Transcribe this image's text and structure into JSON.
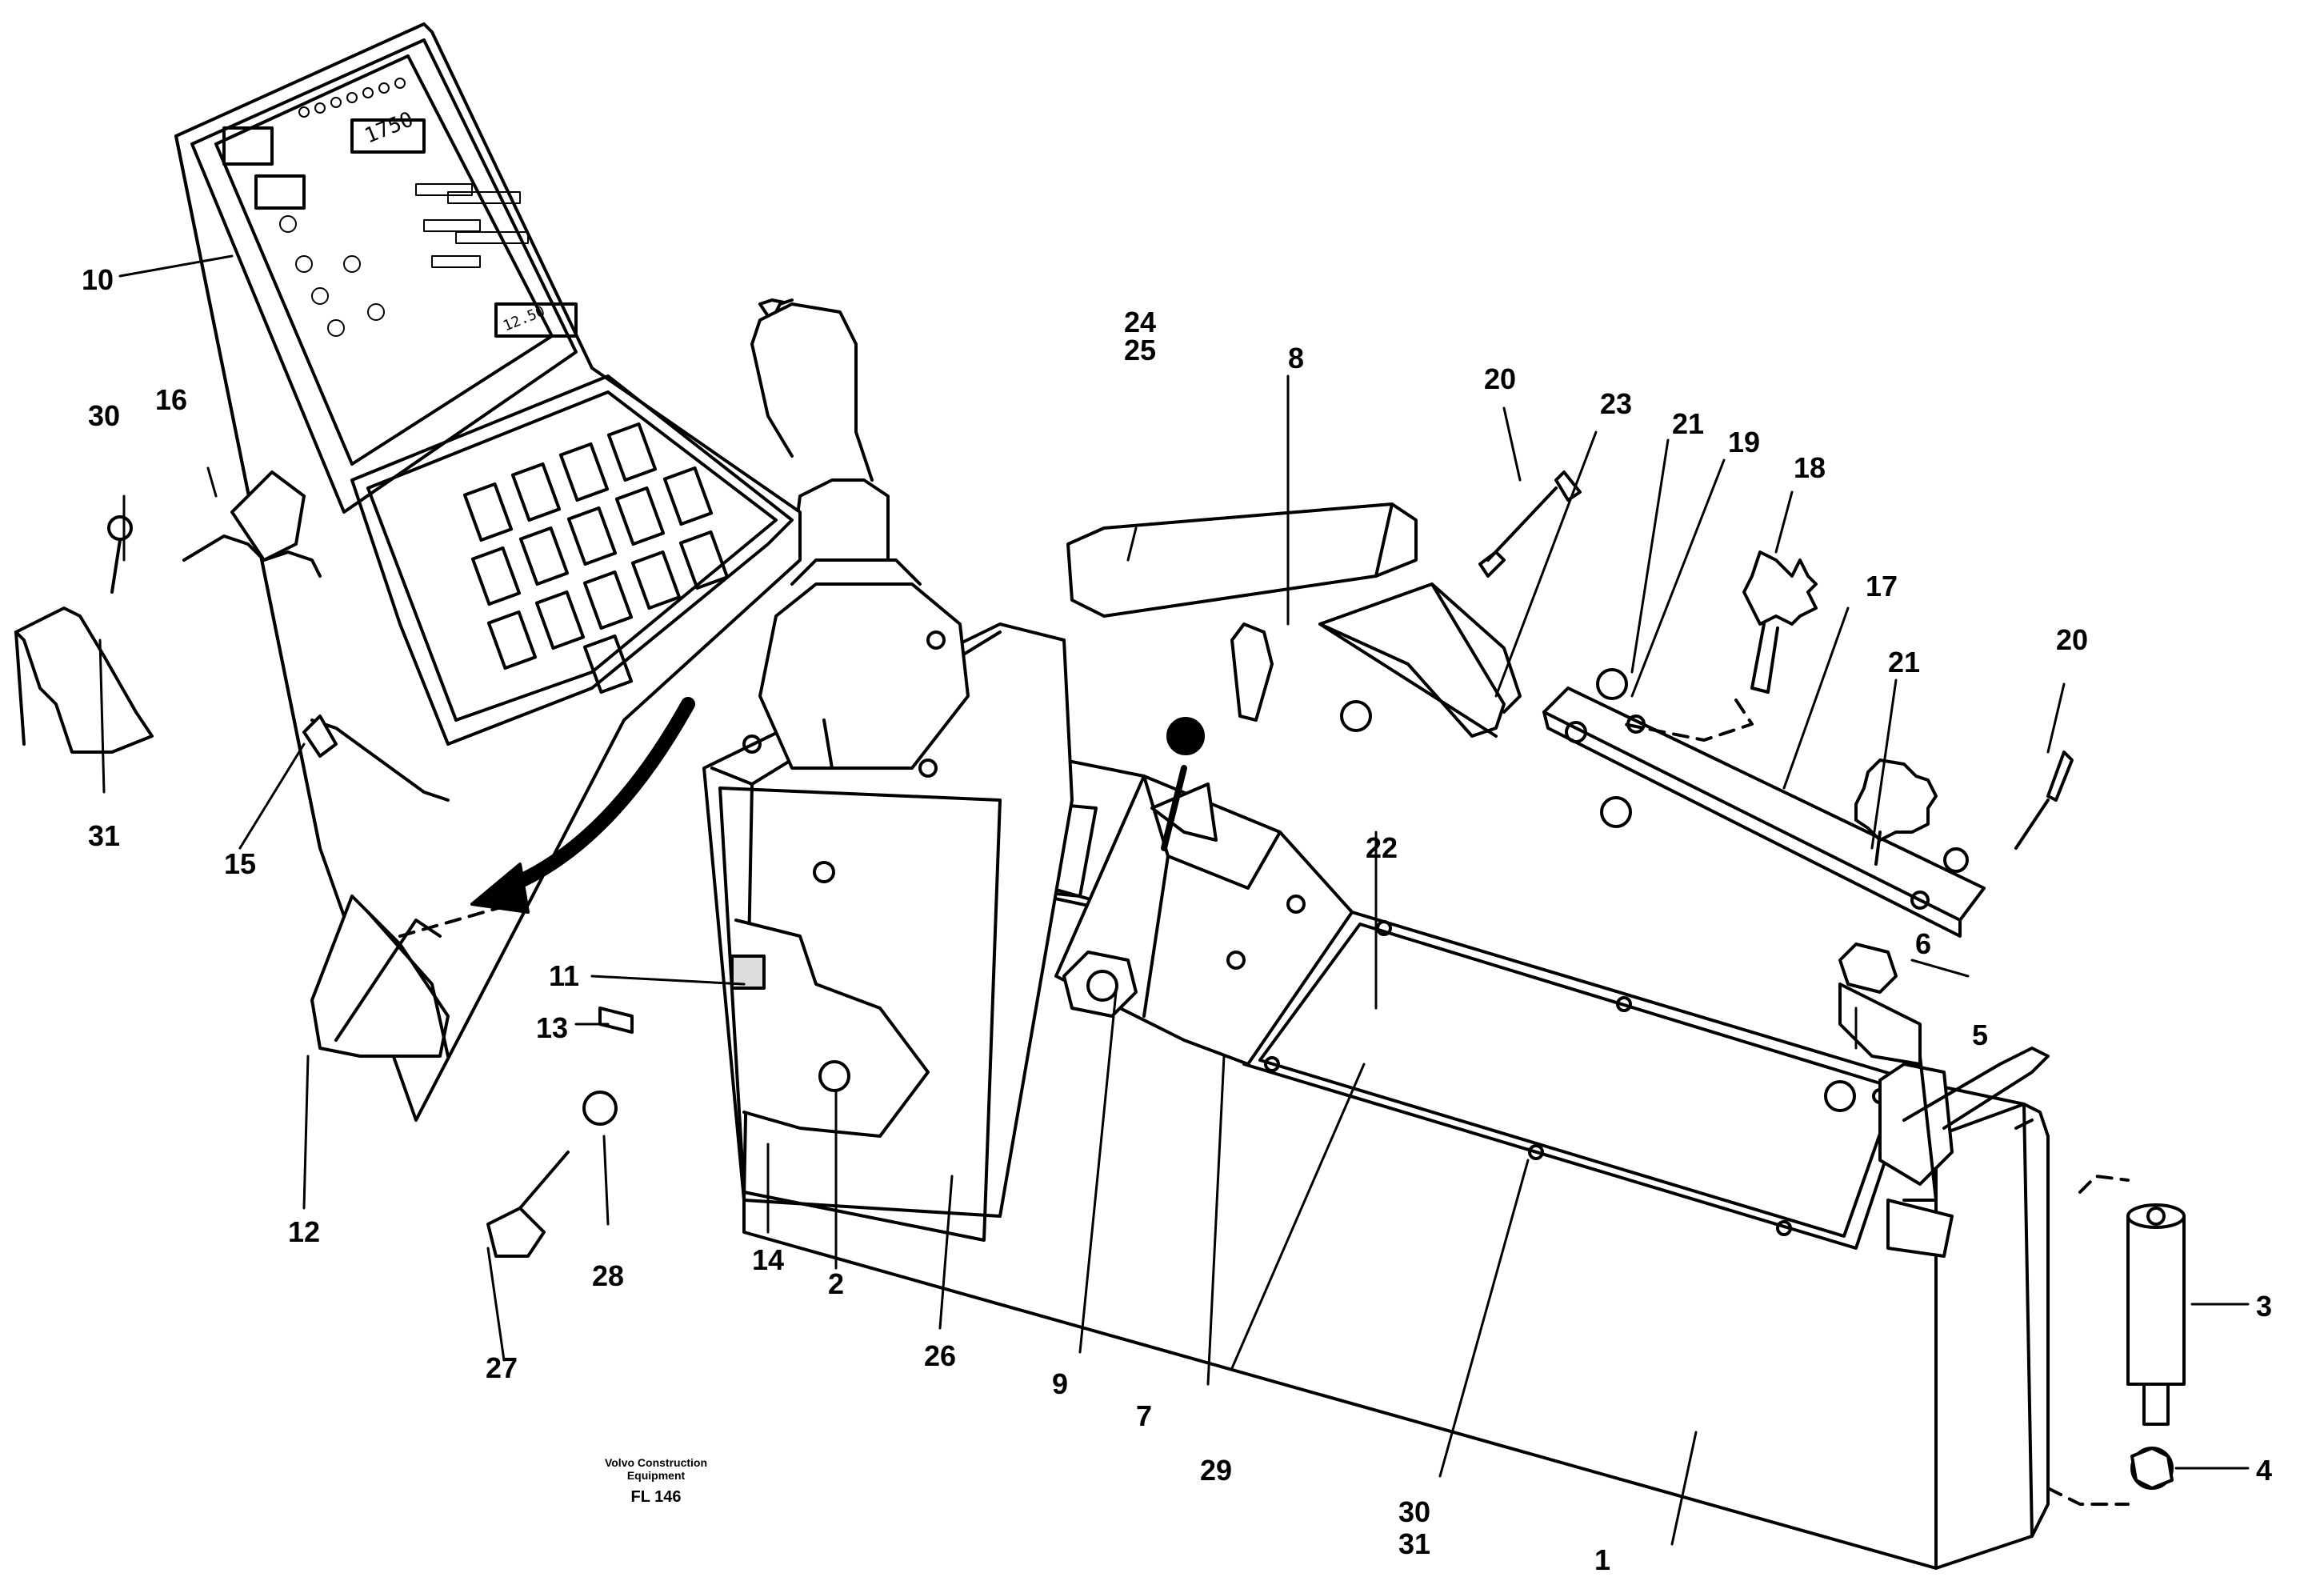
{
  "diagram": {
    "callouts": [
      "10",
      "16",
      "30",
      "31",
      "15",
      "11",
      "13",
      "12",
      "28",
      "27",
      "14",
      "2",
      "26",
      "24",
      "25",
      "8",
      "20",
      "23",
      "21",
      "19",
      "18",
      "17",
      "22",
      "9",
      "7",
      "29",
      "6",
      "5",
      "3",
      "4",
      "1"
    ],
    "callout_30_31": [
      "30",
      "31"
    ],
    "callout_24_25": [
      "24",
      "25"
    ],
    "console_display": "1750",
    "console_display_small": "12.50",
    "manufacturer": [
      "Volvo Construction",
      "Equipment"
    ],
    "figure_ref": "FL 146"
  }
}
